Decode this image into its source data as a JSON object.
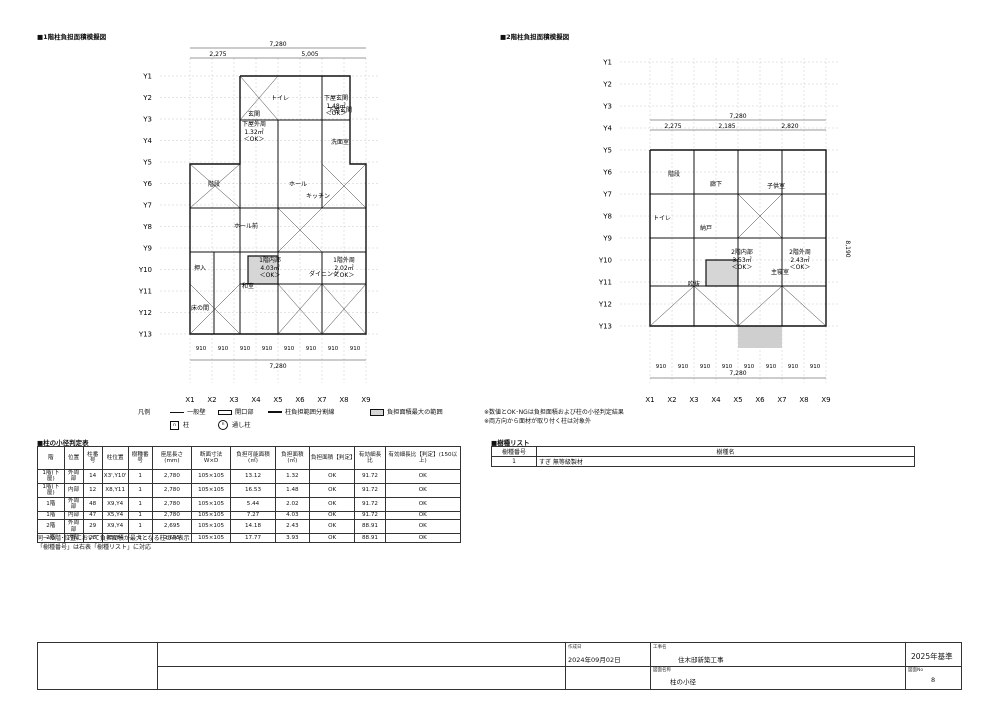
{
  "plan1": {
    "title": "■1階柱負担面積模擬図",
    "rows": [
      "Y1",
      "Y2",
      "Y3",
      "Y4",
      "Y5",
      "Y6",
      "Y7",
      "Y8",
      "Y9",
      "Y10",
      "Y11",
      "Y12",
      "Y13"
    ],
    "cols": [
      "X1",
      "X2",
      "X3",
      "X4",
      "X5",
      "X6",
      "X7",
      "X8",
      "X9"
    ],
    "dim_total": "7,280",
    "dim_top_a": "2,275",
    "dim_top_b": "5,005",
    "dim_bottom_total": "7,280",
    "module": "910",
    "rooms": [
      "下屋玄関",
      "ホール",
      "玄関",
      "トイレ",
      "階段",
      "キッチン",
      "ホール前",
      "和室",
      "押入",
      "床の間",
      "ダイニング",
      "洗面室"
    ],
    "area_a": {
      "label": "下屋外周",
      "value": "1.32㎡",
      "result": "＜OK＞"
    },
    "area_b": {
      "label": "下屋玄関",
      "value": "1.48㎡",
      "result": "＜OK＞"
    },
    "area_c": {
      "label": "1階内部",
      "value": "4.03㎡",
      "result": "＜OK＞"
    },
    "area_d": {
      "label": "1階外周",
      "value": "2.02㎡",
      "result": "＜OK＞"
    }
  },
  "plan2": {
    "title": "■2階柱負担面積模擬図",
    "rows": [
      "Y1",
      "Y2",
      "Y3",
      "Y4",
      "Y5",
      "Y6",
      "Y7",
      "Y8",
      "Y9",
      "Y10",
      "Y11",
      "Y12",
      "Y13"
    ],
    "cols": [
      "X1",
      "X2",
      "X3",
      "X4",
      "X5",
      "X6",
      "X7",
      "X8",
      "X9"
    ],
    "dim_total": "7,280",
    "dim_a": "2,275",
    "dim_b": "2,185",
    "dim_c": "2,820",
    "dim_bottom_total": "7,280",
    "dim_side": "8,190",
    "module": "910",
    "rooms": [
      "階段",
      "廊下",
      "子供室",
      "トイレ",
      "納戸",
      "主寝室",
      "吹抜"
    ],
    "area_a": {
      "label": "2階内部",
      "value": "3.53㎡",
      "result": "＜OK＞"
    },
    "area_b": {
      "label": "2階外周",
      "value": "2.43㎡",
      "result": "＜OK＞"
    }
  },
  "legend": {
    "title": "凡例",
    "wall": "一般壁",
    "opening": "開口部",
    "boundary": "柱負担範囲分割線",
    "max_range": "負担面積最大の範囲",
    "column": "柱",
    "column_mark": "n",
    "through_column": "通し柱"
  },
  "legend_notes": [
    "※数値とOK･NGは負担面積および柱の小径判定結果",
    "※両方向から面材が取り付く柱は対象外"
  ],
  "pillar_table": {
    "title": "■柱の小径判定表",
    "headers": [
      "階",
      "位置",
      "柱番号",
      "柱位置",
      "樹種番号",
      "座屈長さ(mm)",
      "断面寸法W×D",
      "負担可能面積(㎡)",
      "負担面積(㎡)",
      "負担面積【判定】",
      "有効細長比",
      "有効細長比【判定】(150以上)"
    ],
    "rows": [
      [
        "1階(下屋)",
        "外周部",
        "14",
        "X3',Y10'",
        "1",
        "2,780",
        "105×105",
        "13.12",
        "1.32",
        "OK",
        "91.72",
        "OK"
      ],
      [
        "1階(下屋)",
        "内部",
        "12",
        "X8,Y11",
        "1",
        "2,780",
        "105×105",
        "16.53",
        "1.48",
        "OK",
        "91.72",
        "OK"
      ],
      [
        "1階",
        "外周部",
        "48",
        "X9,Y4",
        "1",
        "2,780",
        "105×105",
        "5.44",
        "2.02",
        "OK",
        "91.72",
        "OK"
      ],
      [
        "1階",
        "内部",
        "47",
        "X5,Y4",
        "1",
        "2,780",
        "105×105",
        "7.27",
        "4.03",
        "OK",
        "91.72",
        "OK"
      ],
      [
        "2階",
        "外周部",
        "29",
        "X9,Y4",
        "1",
        "2,695",
        "105×105",
        "14.18",
        "2.43",
        "OK",
        "88.91",
        "OK"
      ],
      [
        "2階",
        "内部",
        "28",
        "X5,Y4",
        "1",
        "2,695",
        "105×105",
        "17.77",
        "3.93",
        "OK",
        "88.91",
        "OK"
      ]
    ],
    "notes": [
      "同一の階･位置において負担面積が最大となる柱のみ表示",
      "「樹種番号」は右表「樹種リスト」に対応"
    ]
  },
  "species_table": {
    "title": "■樹種リスト",
    "headers": [
      "樹種番号",
      "樹種名"
    ],
    "rows": [
      [
        "1",
        "すぎ 無等級製材"
      ]
    ]
  },
  "title_block": {
    "date_label": "作成日",
    "date": "2024年09月02日",
    "project_label": "工事名",
    "project": "住木邸新築工事",
    "standard": "2025年基準",
    "drawing_label": "図面名称",
    "drawing": "柱の小径",
    "number_label": "図面No",
    "number": "8"
  },
  "colors": {
    "line": "#1a1a1a",
    "grid": "#bbbbbb",
    "highlight": "#d6d6d6"
  }
}
